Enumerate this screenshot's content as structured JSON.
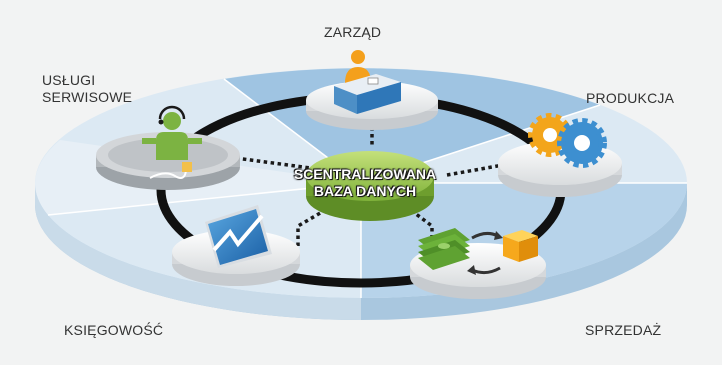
{
  "diagram": {
    "center": {
      "line1": "SCENTRALIZOWANA",
      "line2": "BAZA DANYCH"
    },
    "nodes": {
      "management": {
        "label": "ZARZĄD"
      },
      "services": {
        "line1": "USŁUGI",
        "line2": "SERWISOWE"
      },
      "production": {
        "label": "PRODUKCJA"
      },
      "accounting": {
        "label": "KSIĘGOWOŚĆ"
      },
      "sales": {
        "label": "SPRZEDAŻ"
      }
    }
  },
  "colors": {
    "background": "#f2f3f3",
    "disc_light": "#dce9f3",
    "disc_blue": "#9fc4e2",
    "ring": "#111111",
    "hub_green": "#9cc64a",
    "person_orange": "#f4a01c",
    "person_green": "#7cb342",
    "gear_blue": "#3d8fd0",
    "gear_orange": "#f3a51b",
    "chart_blue": "#1d5d9c",
    "money_green": "#5fa232",
    "box_orange": "#f6a81c"
  }
}
